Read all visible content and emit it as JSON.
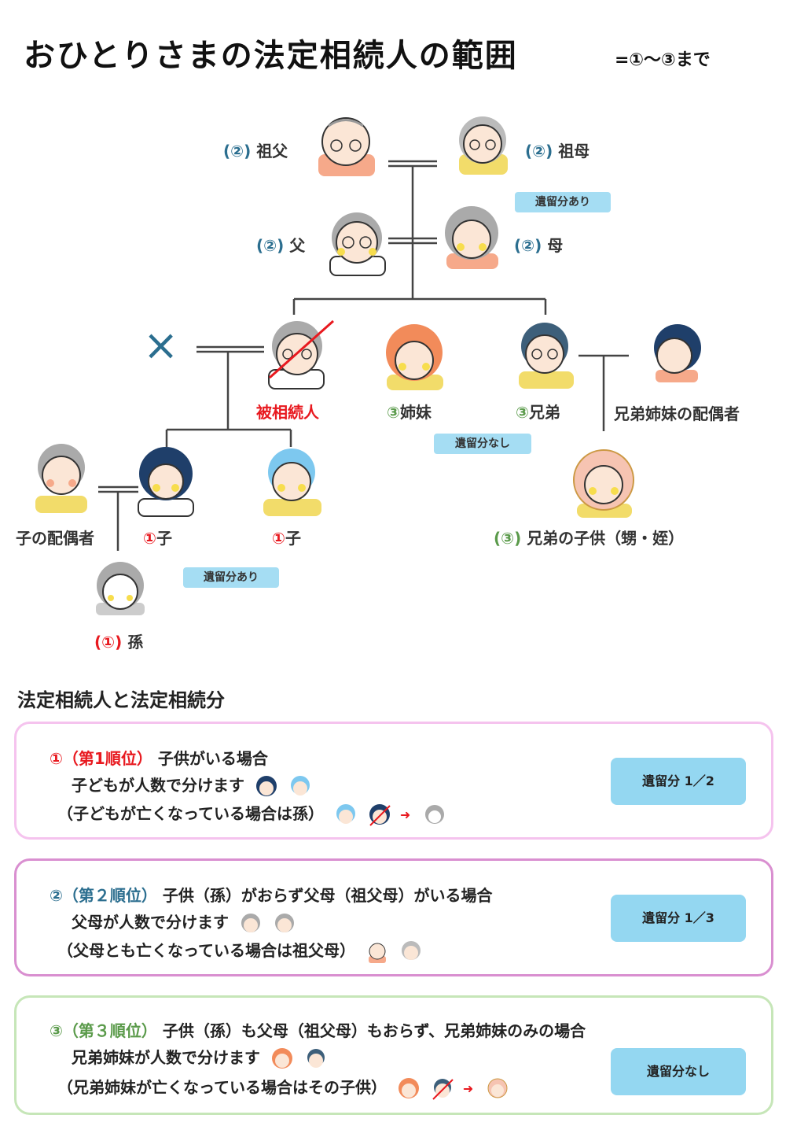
{
  "title": "おひとりさまの法定相続人の範囲",
  "subtitle": "=①〜③まで",
  "tree": {
    "grandfather": {
      "num": "(②)",
      "name": "祖父"
    },
    "grandmother": {
      "num": "(②)",
      "name": "祖母"
    },
    "badge_top": "遺留分あり",
    "father": {
      "num": "(②)",
      "name": "父"
    },
    "mother": {
      "num": "(②)",
      "name": "母"
    },
    "deceased_spouse_mark": "×",
    "decedent": "被相続人",
    "sister": {
      "num": "③",
      "name": "姉妹"
    },
    "brother": {
      "num": "③",
      "name": "兄弟"
    },
    "sibling_spouse": "兄弟姉妹の配偶者",
    "badge_mid": "遺留分なし",
    "child_spouse": "子の配偶者",
    "child1": {
      "num": "①",
      "name": "子"
    },
    "child2": {
      "num": "①",
      "name": "子"
    },
    "niece": {
      "num": "(③)",
      "name": "兄弟の子供（甥・姪）"
    },
    "badge_bottom": "遺留分あり",
    "grandchild": {
      "num": "(①)",
      "name": "孫"
    }
  },
  "section_title": "法定相続人と法定相続分",
  "cards": [
    {
      "rank": "①（第1順位）",
      "head": "子供がいる場合",
      "line2": "子どもが人数で分けます",
      "line3": "（子どもが亡くなっている場合は孫）",
      "badge": "遺留分 1／2",
      "border": "#f5c3ee",
      "rank_color": "#e8191f"
    },
    {
      "rank": "②（第２順位）",
      "head": "子供（孫）がおらず父母（祖父母）がいる場合",
      "line2": "父母が人数で分けます",
      "line3": "（父母とも亡くなっている場合は祖父母）",
      "badge": "遺留分 1／3",
      "border": "#d98fd0",
      "rank_color": "#2b6e8f"
    },
    {
      "rank": "③（第３順位）",
      "head": "子供（孫）も父母（祖父母）もおらず、兄弟姉妹のみの場合",
      "line2": "兄弟姉妹が人数で分けます",
      "line3": "（兄弟姉妹が亡くなっている場合はその子供）",
      "badge": "遺留分なし",
      "border": "#c6e6b8",
      "rank_color": "#5a9a4a"
    }
  ],
  "colors": {
    "blue": "#2b6e8f",
    "green": "#5a9a4a",
    "red": "#e8191f",
    "badge": "#a5ddf3"
  }
}
